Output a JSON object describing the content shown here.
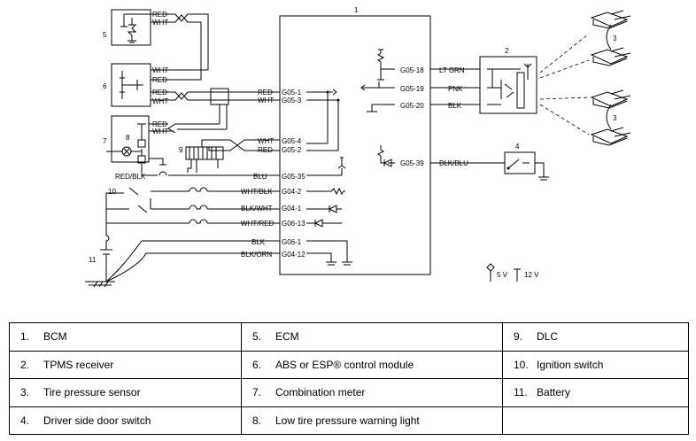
{
  "components": {
    "c1": "1",
    "c2": "2",
    "c3a": "3",
    "c3b": "3",
    "c4": "4",
    "c5": "5",
    "c6": "6",
    "c7": "7",
    "c8": "8",
    "c9": "9",
    "c10": "10",
    "c11": "11"
  },
  "wires": {
    "red": "RED",
    "wht": "WHT",
    "redblk": "RED/BLK",
    "blu": "BLU",
    "whtblk": "WHT/BLK",
    "blkwht": "BLK/WHT",
    "whtred": "WHT/RED",
    "blk": "BLK",
    "blkorn": "BLK/ORN",
    "ltgrn": "LT GRN",
    "pnk": "PNK",
    "blkblu": "BLK/BLU"
  },
  "terminals": {
    "g05_1": "G05-1",
    "g05_3": "G05-3",
    "g05_4": "G05-4",
    "g05_2": "G05-2",
    "g05_35": "G05-35",
    "g04_2": "G04-2",
    "g04_1": "G04-1",
    "g06_13": "G06-13",
    "g06_1": "G06-1",
    "g04_12": "G04-12",
    "g05_18": "G05-18",
    "g05_19": "G05-19",
    "g05_20": "G05-20",
    "g05_39": "G05-39"
  },
  "voltage": {
    "v5": "5 V",
    "v12": "12 V"
  },
  "legend": [
    [
      {
        "n": "1.",
        "t": "BCM"
      },
      {
        "n": "5.",
        "t": "ECM"
      },
      {
        "n": "9.",
        "t": "DLC"
      }
    ],
    [
      {
        "n": "2.",
        "t": "TPMS receiver"
      },
      {
        "n": "6.",
        "t": "ABS or ESP® control module"
      },
      {
        "n": "10.",
        "t": "Ignition switch"
      }
    ],
    [
      {
        "n": "3.",
        "t": "Tire pressure sensor"
      },
      {
        "n": "7.",
        "t": "Combination meter"
      },
      {
        "n": "11.",
        "t": "Battery"
      }
    ],
    [
      {
        "n": "4.",
        "t": "Driver side door switch"
      },
      {
        "n": "8.",
        "t": "Low tire pressure warning light"
      },
      {
        "n": "",
        "t": ""
      }
    ]
  ]
}
